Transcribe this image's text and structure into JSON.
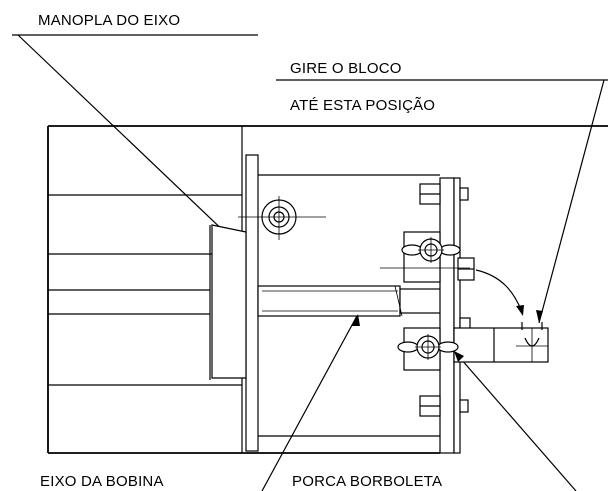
{
  "labels": {
    "axle_handle": "MANOPLA DO EIXO",
    "rotate_line1": "GIRE O BLOCO",
    "rotate_line2": "ATÉ ESTA POSIÇÃO",
    "coil_axle": "EIXO DA BOBINA",
    "wing_nut": "PORCA BORBOLETA"
  },
  "colors": {
    "line": "#000000",
    "background": "#ffffff"
  }
}
